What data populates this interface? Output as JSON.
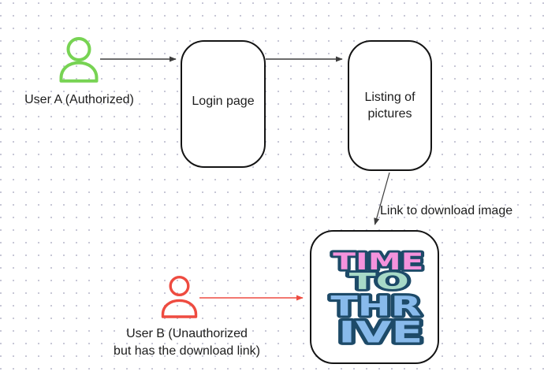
{
  "colors": {
    "connector_dark": "#3d3d3d",
    "node_border": "#141414",
    "dot_grid": "#c7c7d6",
    "label_text": "#1c1c1c"
  },
  "actors": {
    "user_a": {
      "icon": "person-icon",
      "color": "#77d353",
      "label": "User A (Authorized)"
    },
    "user_b": {
      "icon": "person-icon",
      "color": "#ee4b40",
      "label_line1": "User B (Unauthorized",
      "label_line2": "but has the download link)"
    }
  },
  "nodes": {
    "login": {
      "label": "Login page"
    },
    "listing": {
      "line1": "Listing of",
      "line2": "pictures"
    },
    "download_image": {
      "wordart": {
        "outline": "#1d4a68",
        "lines": [
          {
            "text": "TIME",
            "color": "#f492dc"
          },
          {
            "text": "TO",
            "color": "#a7d9c7"
          },
          {
            "text": "THR",
            "color": "#88baeb"
          },
          {
            "text": "IVE",
            "color": "#88baeb"
          }
        ]
      }
    }
  },
  "edges": {
    "download_link_label": "Link to download image"
  }
}
